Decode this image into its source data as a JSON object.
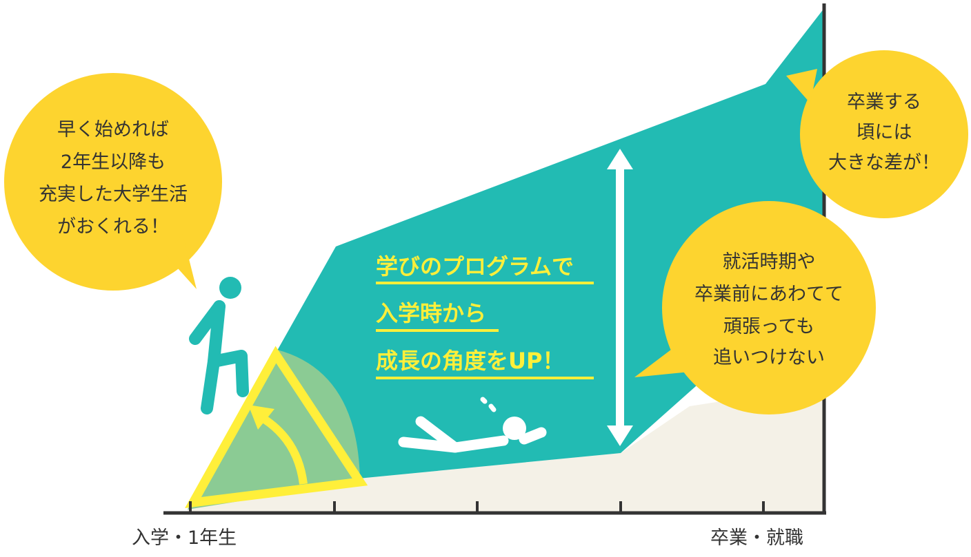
{
  "colors": {
    "teal": "#22bbb3",
    "beige": "#f4f1e7",
    "yellow_bubble": "#fdd42f",
    "headline_yellow": "#ffef3a",
    "angle_green": "#8bcb94",
    "axis": "#333333",
    "white": "#ffffff"
  },
  "bubbles": {
    "left": {
      "lines": [
        "早く始めれば",
        "2年生以降も",
        "充実した大学生活",
        "がおくれる！"
      ]
    },
    "top_right": {
      "lines": [
        "卒業する",
        "頃には",
        "大きな差が！"
      ]
    },
    "middle_right": {
      "lines": [
        "就活時期や",
        "卒業前にあわてて",
        "頑張っても",
        "追いつけない"
      ]
    }
  },
  "headline": {
    "lines": [
      "学びのプログラムで",
      "入学時から",
      "成長の角度をUP！"
    ]
  },
  "axis": {
    "start_label": "入学・1年生",
    "end_label": "卒業・就職"
  },
  "icons": {
    "climber": "person-climbing-icon",
    "fallen": "person-fallen-icon",
    "gap_arrow": "double-arrow-icon",
    "angle_arrow": "curved-arrow-icon"
  }
}
